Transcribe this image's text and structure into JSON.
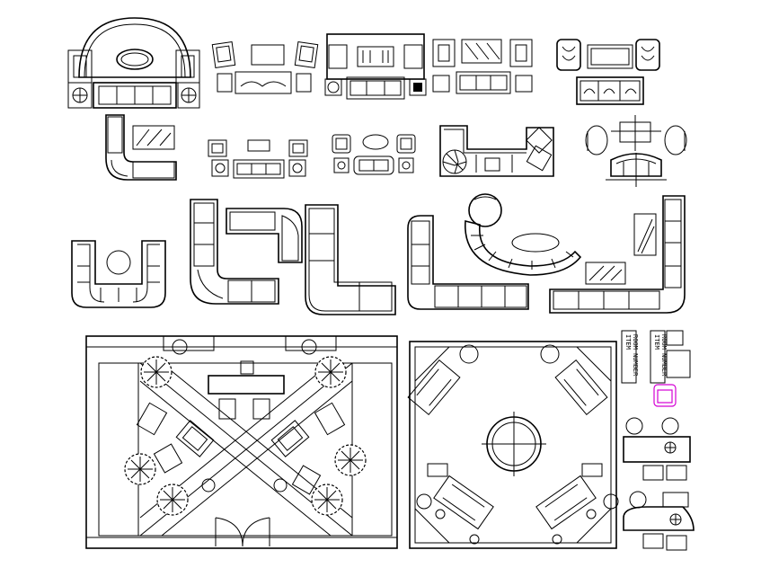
{
  "drawing": {
    "line_color": "#000000",
    "background": "#ffffff",
    "accent_color": "#d400d4"
  },
  "labels": {
    "item": "ITEM",
    "room_number": "ROOM NUMBER"
  },
  "blocks": [
    "oval-sofa-set",
    "sofa-set-row-1",
    "sofa-set-row-2",
    "sofa-set-row-3",
    "sofa-set-row-4",
    "corner-sofa-1",
    "sofa-group-1",
    "sofa-group-2",
    "sectional-with-round-table",
    "armchair-group",
    "u-sofa",
    "l-sofa-1",
    "l-sofa-2",
    "l-sofa-patterned",
    "j-sofa",
    "curved-sofa",
    "long-corner-sofa",
    "office-plan",
    "round-table-room-plan",
    "desk-details"
  ]
}
